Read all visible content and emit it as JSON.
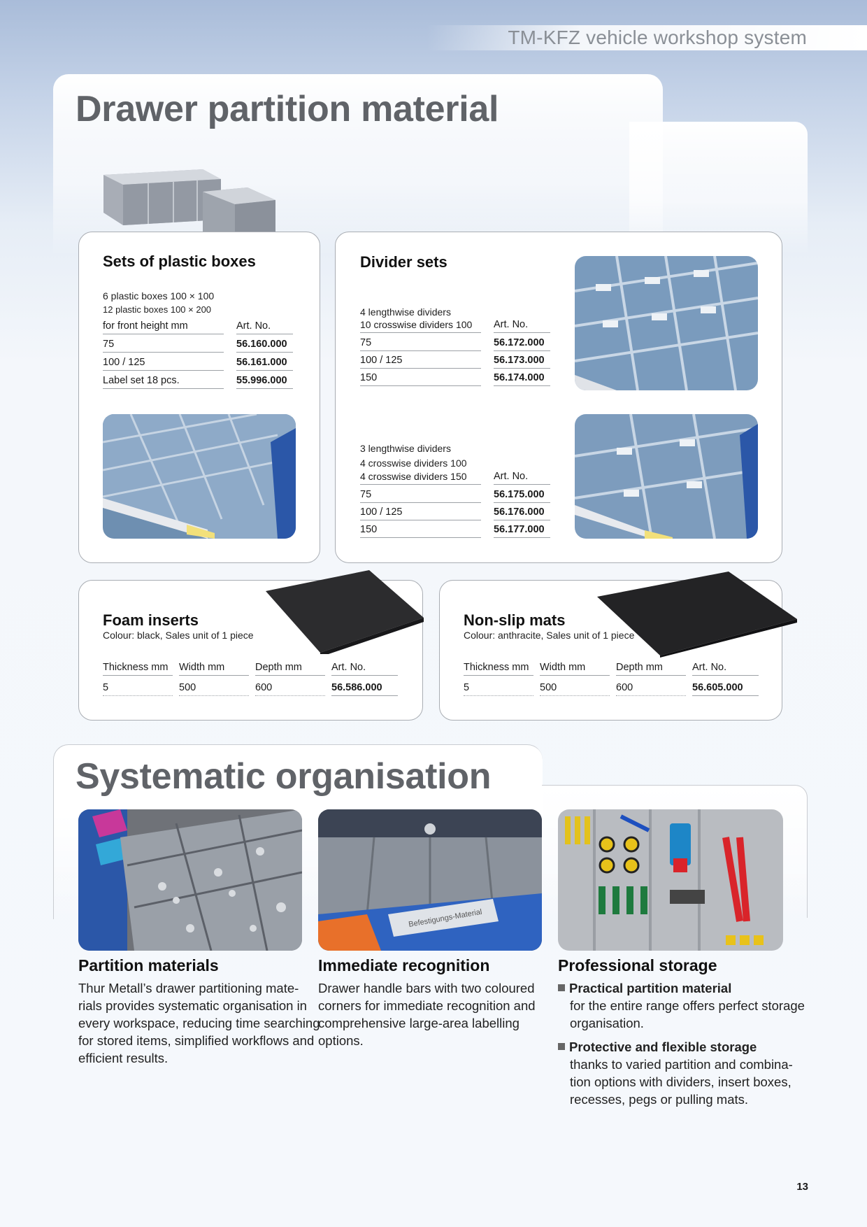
{
  "header": {
    "title": "TM-KFZ vehicle workshop system"
  },
  "section1": {
    "title": "Drawer partition material"
  },
  "plastic_boxes": {
    "title": "Sets of plastic boxes",
    "desc1": "6 plastic boxes 100 × 100",
    "desc2": "12 plastic boxes 100 × 200",
    "col1": "for front height mm",
    "col2": "Art. No.",
    "rows": [
      {
        "label": "75",
        "art": "56.160.000"
      },
      {
        "label": "100 / 125",
        "art": "56.161.000"
      },
      {
        "label": "Label set 18 pcs.",
        "art": "55.996.000"
      }
    ]
  },
  "divider_sets": {
    "title": "Divider sets",
    "set1": {
      "desc1": "4 lengthwise dividers",
      "desc2": "10 crosswise dividers 100",
      "art_header": "Art. No.",
      "rows": [
        {
          "label": "75",
          "art": "56.172.000"
        },
        {
          "label": "100 / 125",
          "art": "56.173.000"
        },
        {
          "label": "150",
          "art": "56.174.000"
        }
      ]
    },
    "set2": {
      "desc1": "3 lengthwise dividers",
      "desc2": "4 crosswise dividers 100",
      "desc3": "4 crosswise dividers 150",
      "art_header": "Art. No.",
      "rows": [
        {
          "label": "75",
          "art": "56.175.000"
        },
        {
          "label": "100 / 125",
          "art": "56.176.000"
        },
        {
          "label": "150",
          "art": "56.177.000"
        }
      ]
    }
  },
  "foam": {
    "title": "Foam inserts",
    "subtitle": "Colour: black, Sales unit of 1 piece",
    "headers": [
      "Thickness mm",
      "Width mm",
      "Depth mm",
      "Art. No."
    ],
    "values": [
      "5",
      "500",
      "600",
      "56.586.000"
    ]
  },
  "nonslip": {
    "title": "Non-slip mats",
    "subtitle": "Colour: anthracite, Sales unit of 1 piece",
    "headers": [
      "Thickness mm",
      "Width mm",
      "Depth mm",
      "Art. No."
    ],
    "values": [
      "5",
      "500",
      "600",
      "56.605.000"
    ]
  },
  "section2": {
    "title": "Systematic organisation"
  },
  "partition": {
    "title": "Partition materials",
    "lines": [
      "Thur Metall’s drawer partitioning mate-",
      "rials provides systematic organisation in",
      "every workspace, reducing time searching",
      "for stored items, simplified workflows and",
      "efficient results."
    ]
  },
  "recognition": {
    "title": "Immediate recognition",
    "lines": [
      "Drawer handle bars with two coloured",
      "corners for immediate recognition and",
      "comprehensive large-area labelling",
      "options."
    ],
    "photo_label": "Befestigungs-Material"
  },
  "storage": {
    "title": "Professional storage",
    "bullet1_title": "Practical partition material",
    "bullet1_lines": [
      "for the entire range offers perfect storage",
      "organisation."
    ],
    "bullet2_title": "Protective and flexible storage",
    "bullet2_lines": [
      "thanks to varied partition and combina-",
      "tion options with dividers, insert boxes,",
      "recesses, pegs or pulling mats."
    ]
  },
  "page_number": "13"
}
